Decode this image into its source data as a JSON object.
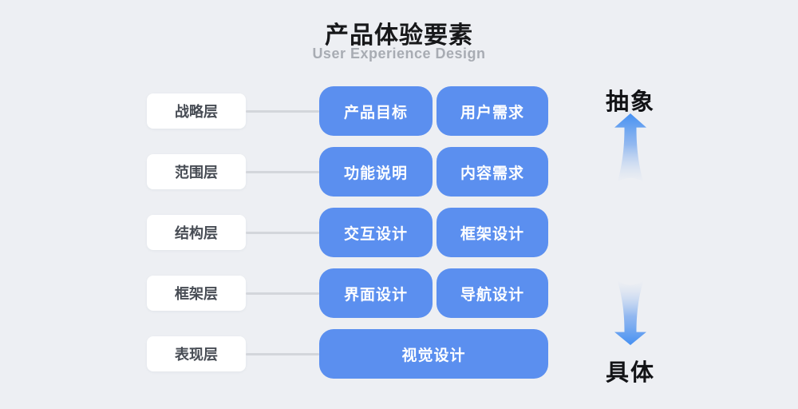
{
  "header": {
    "title": "产品体验要素",
    "subtitle": "User Experience Design"
  },
  "rows": [
    {
      "layer": "战略层",
      "items": [
        "产品目标",
        "用户需求"
      ]
    },
    {
      "layer": "范围层",
      "items": [
        "功能说明",
        "内容需求"
      ]
    },
    {
      "layer": "结构层",
      "items": [
        "交互设计",
        "框架设计"
      ]
    },
    {
      "layer": "框架层",
      "items": [
        "界面设计",
        "导航设计"
      ]
    },
    {
      "layer": "表现层",
      "items": [
        "视觉设计"
      ]
    }
  ],
  "axis": {
    "top_label": "抽象",
    "bottom_label": "具体"
  },
  "icons": {
    "up_arrow": "arrow-up-icon",
    "down_arrow": "arrow-down-icon"
  },
  "colors": {
    "background": "#EDEFF3",
    "accent_blue": "#5B8FEF",
    "node_text": "#FFFFFF",
    "label_box": "#FFFFFF",
    "label_text": "#474C54",
    "connector": "#D3D6DB",
    "subtitle_gray": "#A8ACB3",
    "title_black": "#17181A",
    "arrow_blue": "#4590F2"
  }
}
